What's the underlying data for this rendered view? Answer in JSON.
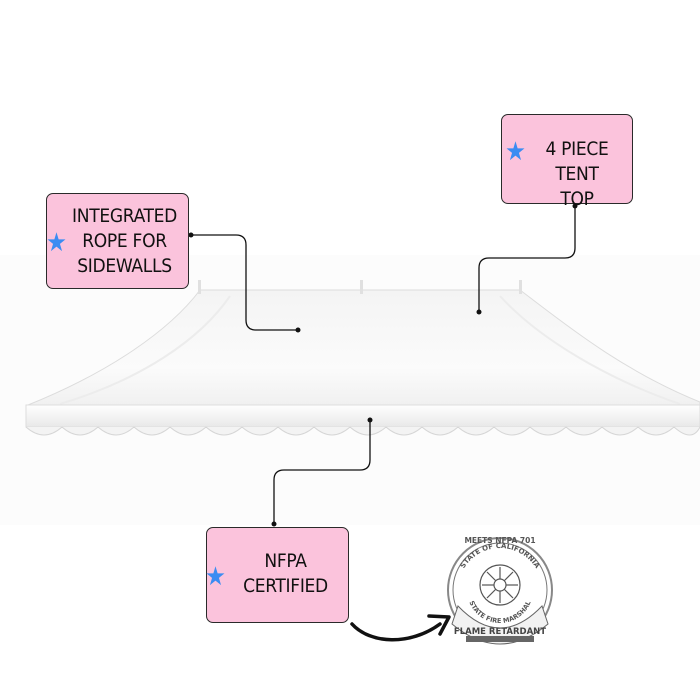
{
  "callouts": {
    "rope": {
      "text": "INTEGRATED\nROPE FOR\nSIDEWALLS",
      "icon": "star-icon"
    },
    "tent_top": {
      "text": "4 PIECE TENT\nTOP",
      "icon": "star-icon"
    },
    "nfpa": {
      "text": "NFPA\nCERTIFIED",
      "icon": "star-icon"
    }
  },
  "seal": {
    "top_text": "MEETS NFPA 701",
    "ring_outer": "STATE OF CALIFORNIA",
    "ring_inner": "STATE FIRE MARSHAL",
    "banner": "FLAME RETARDANT"
  },
  "colors": {
    "callout_bg": "#fbc3dc",
    "star": "#3b8cf2",
    "line": "#111111"
  }
}
